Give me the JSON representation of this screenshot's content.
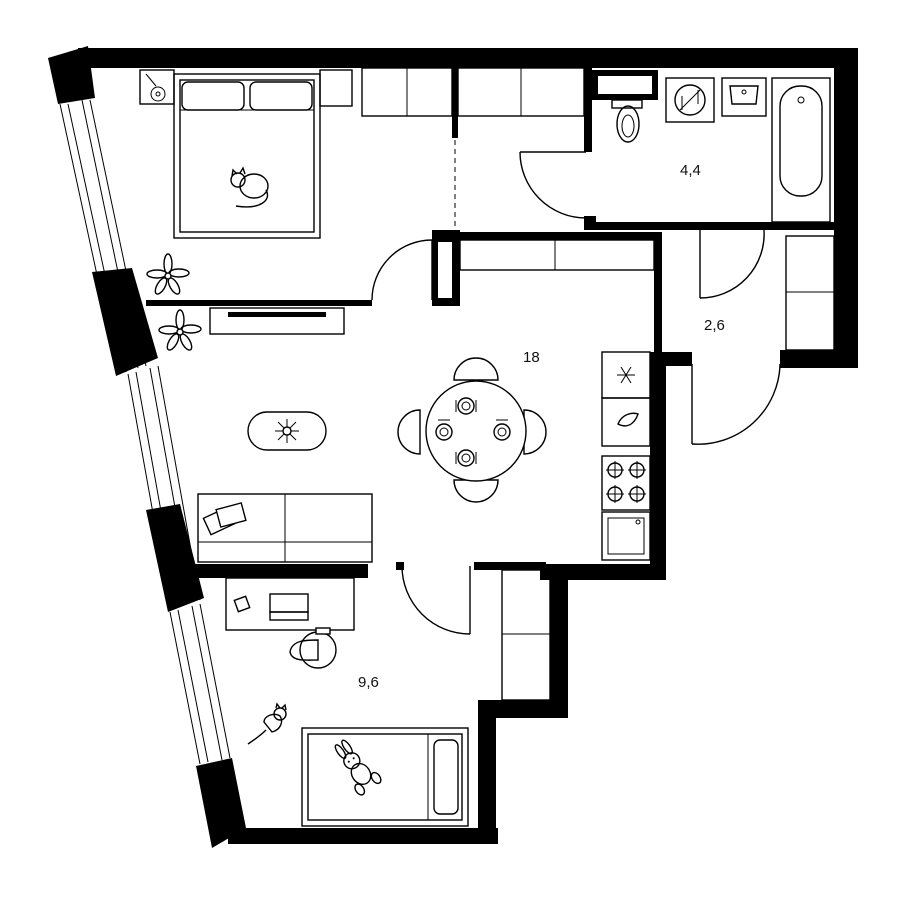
{
  "plan": {
    "rooms": [
      {
        "id": "bathroom",
        "area_label": "4,4"
      },
      {
        "id": "hall",
        "area_label": "2,6"
      },
      {
        "id": "living-kitchen",
        "area_label": "18"
      },
      {
        "id": "kids-room",
        "area_label": "9,6"
      }
    ],
    "icons": [
      "double-bed-icon",
      "sleeping-cat-icon",
      "plant-icon",
      "record-player-icon",
      "tv-icon",
      "rug-icon",
      "dining-table-icon",
      "chair-icon",
      "sofa-icon",
      "fridge-icon",
      "sink-icon",
      "stove-icon",
      "oven-icon",
      "toilet-icon",
      "washing-machine-icon",
      "washbasin-icon",
      "bathtub-icon",
      "wardrobe-icon",
      "desk-icon",
      "laptop-icon",
      "office-chair-icon",
      "single-bed-icon",
      "teddy-bunny-icon",
      "cat-icon",
      "window-icon",
      "door-icon"
    ],
    "colors": {
      "wall": "#000000",
      "background": "#ffffff",
      "line": "#000000"
    }
  }
}
